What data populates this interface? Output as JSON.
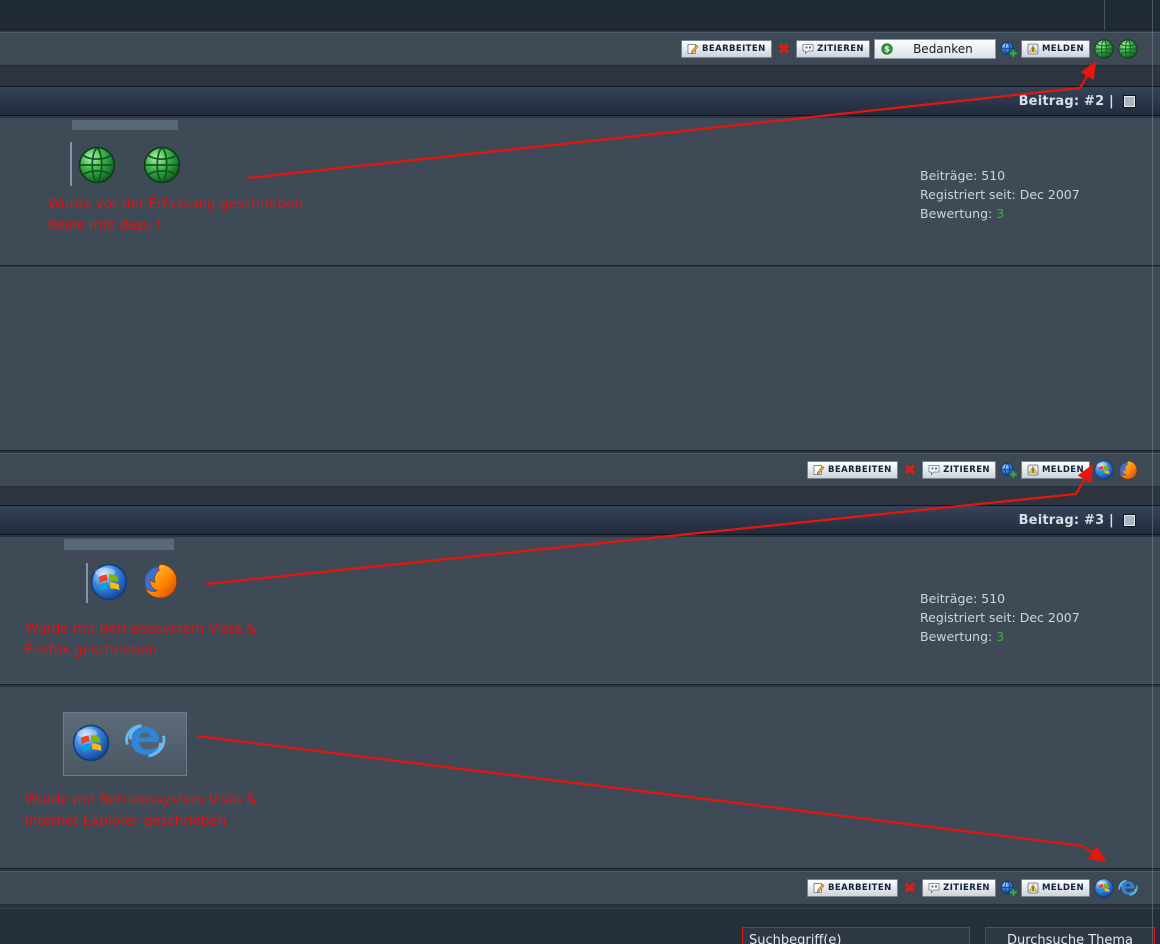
{
  "labels": {
    "edit": "BEARBEITEN",
    "quote": "ZITIEREN",
    "thanks": "Bedanken",
    "report": "MELDEN",
    "delete_glyph": "✖"
  },
  "posts": [
    {
      "header": "Beitrag: #2 |",
      "note1": "Wurde vor der Erfassung geschrieben",
      "note2": "Keine Info dazu !",
      "stats": {
        "posts": "Beiträge: 510",
        "registered": "Registriert seit: Dec 2007",
        "rating_label": "Bewertung:",
        "rating_value": "3"
      }
    },
    {
      "header": "Beitrag: #3 |",
      "note1": "Wurde mit Betriebssystem Vista &",
      "note2": "Firefox geschrieben",
      "stats": {
        "posts": "Beiträge: 510",
        "registered": "Registriert seit: Dec 2007",
        "rating_label": "Bewertung:",
        "rating_value": "3"
      }
    }
  ],
  "body_note": {
    "line1": "Wurde mit Betriebssystem Vista &",
    "line2": "Internet Explorer geschrieben"
  },
  "search": {
    "keywords": "Suchbegriff(e)",
    "button": "Durchsuche Thema"
  },
  "icons": {
    "browser_unknown": "globe-icon",
    "os_windows_vista": "windows-vista-icon",
    "browser_firefox": "firefox-icon",
    "browser_internet_explorer": "internet-explorer-icon",
    "edit": "edit-icon",
    "quote": "quote-icon",
    "thanks": "thanks-icon",
    "ip": "ip-icon",
    "report": "report-icon",
    "delete": "delete-x-icon"
  },
  "colors": {
    "annotation_red": "#e01212",
    "rating_green": "#3fae3f",
    "post_bg": "#3e4a56",
    "header_bar_bg": "#2a3548",
    "page_bg": "#2b343f",
    "highlight_border_red": "#e01212"
  }
}
